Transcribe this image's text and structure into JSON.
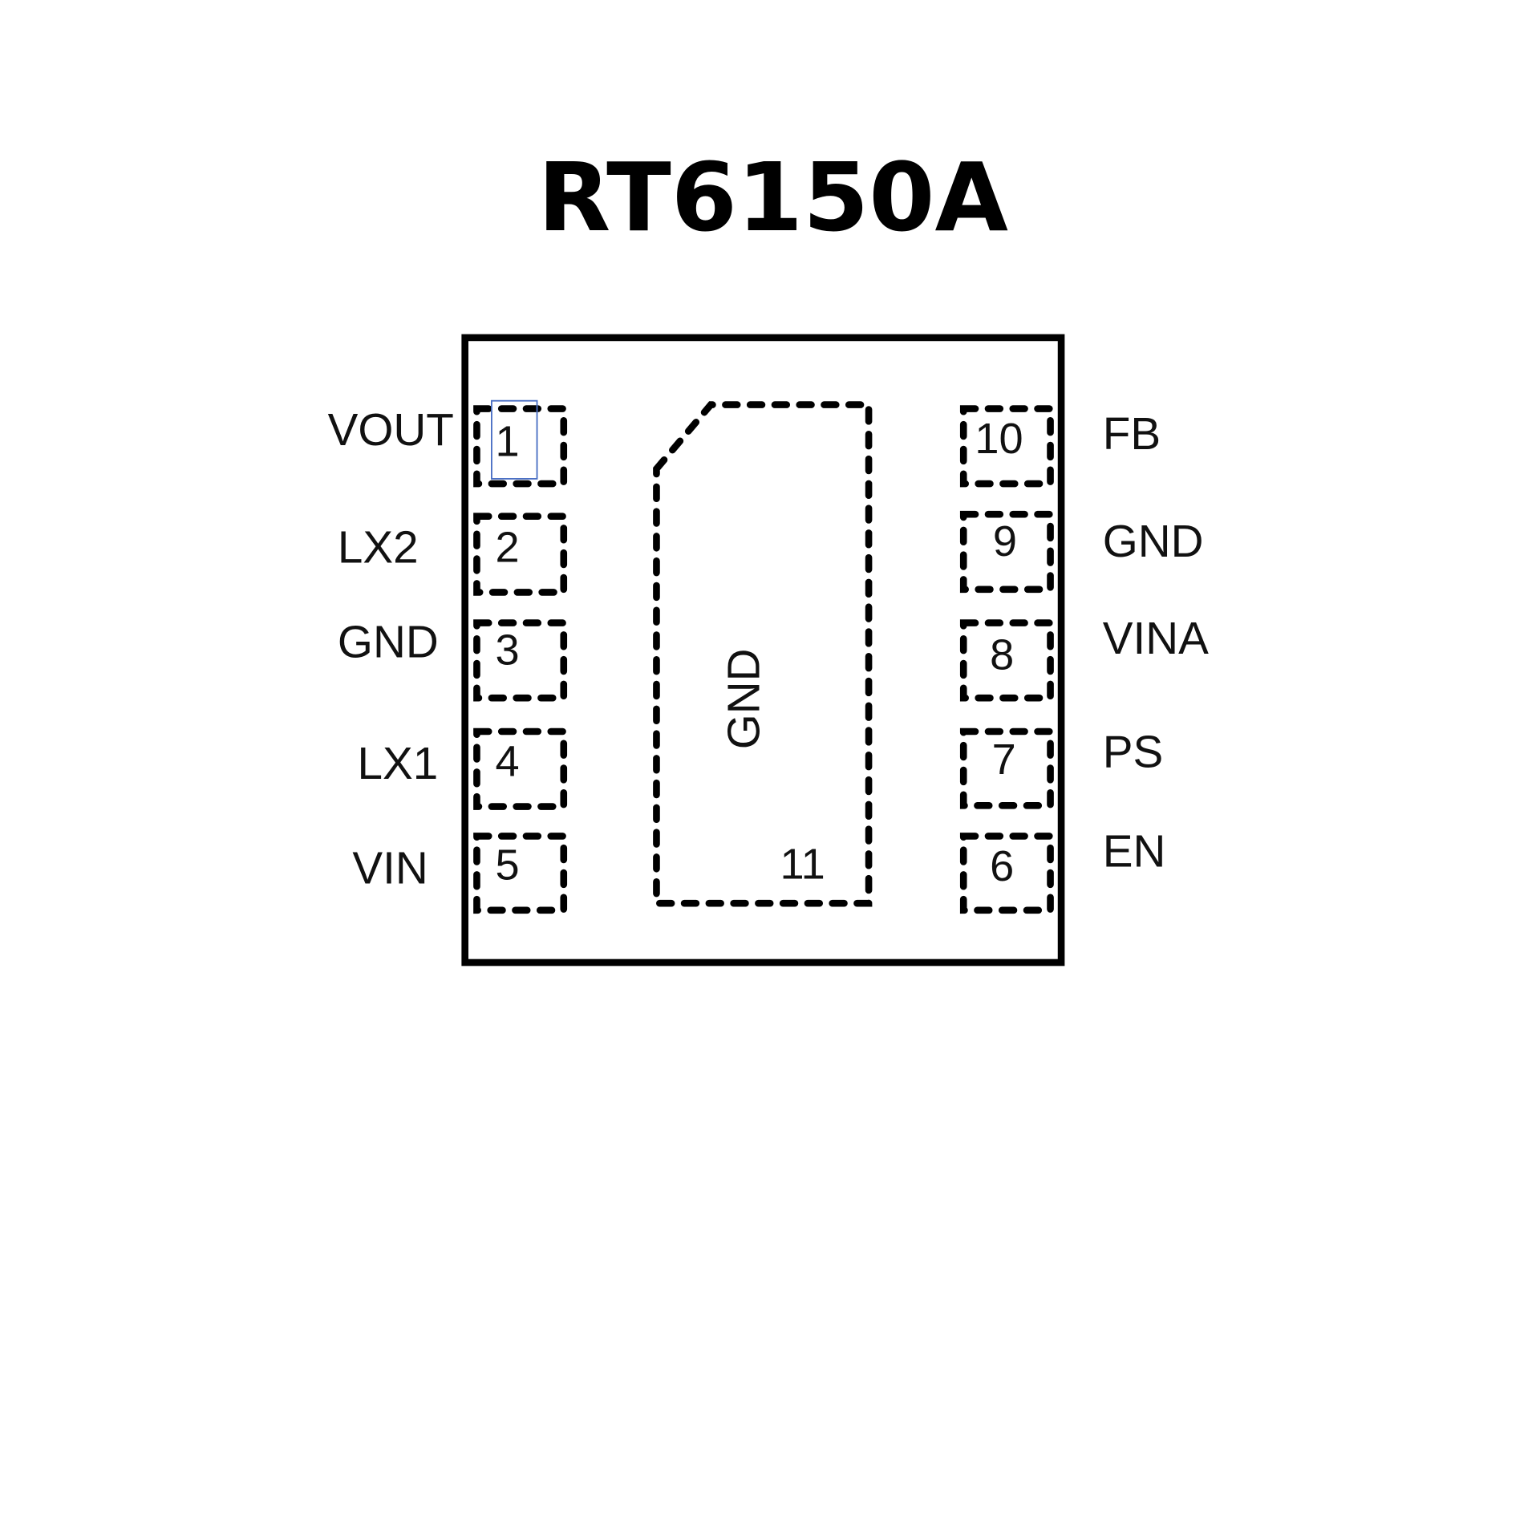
{
  "title": "RT6150A",
  "left_pins": [
    {
      "number": "1",
      "name": "VOUT"
    },
    {
      "number": "2",
      "name": "LX2"
    },
    {
      "number": "3",
      "name": "GND"
    },
    {
      "number": "4",
      "name": "LX1"
    },
    {
      "number": "5",
      "name": "VIN"
    }
  ],
  "right_pins": [
    {
      "number": "10",
      "name": "FB"
    },
    {
      "number": "9",
      "name": "GND"
    },
    {
      "number": "8",
      "name": "VINA"
    },
    {
      "number": "7",
      "name": "PS"
    },
    {
      "number": "6",
      "name": "EN"
    }
  ],
  "exposed_pad": {
    "number": "11",
    "name": "GND"
  },
  "colors": {
    "outline": "#000000",
    "highlight": "#4a6fc4"
  }
}
